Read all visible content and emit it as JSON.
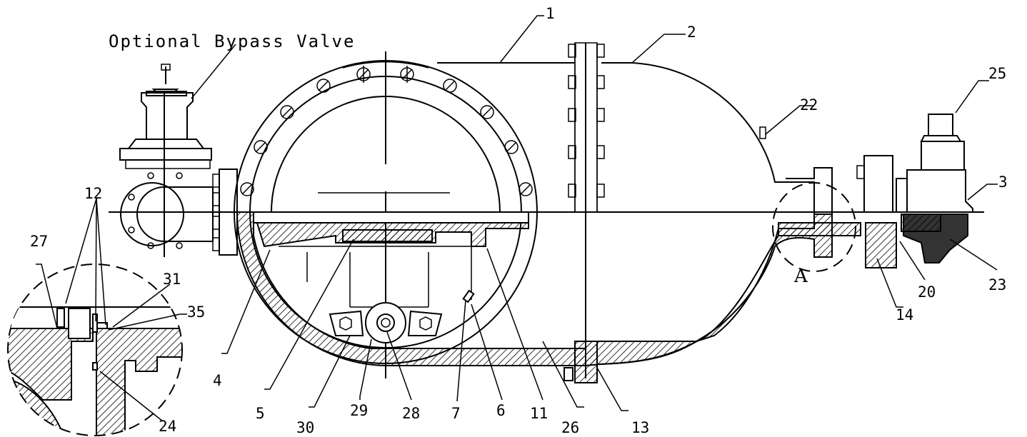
{
  "diagram": {
    "title_label": "Optional Bypass Valve",
    "detail_letter": "A",
    "part_labels": [
      "1",
      "2",
      "3",
      "4",
      "5",
      "6",
      "7",
      "11",
      "12",
      "13",
      "14",
      "20",
      "22",
      "23",
      "24",
      "25",
      "26",
      "27",
      "28",
      "29",
      "30",
      "31",
      "35"
    ]
  }
}
